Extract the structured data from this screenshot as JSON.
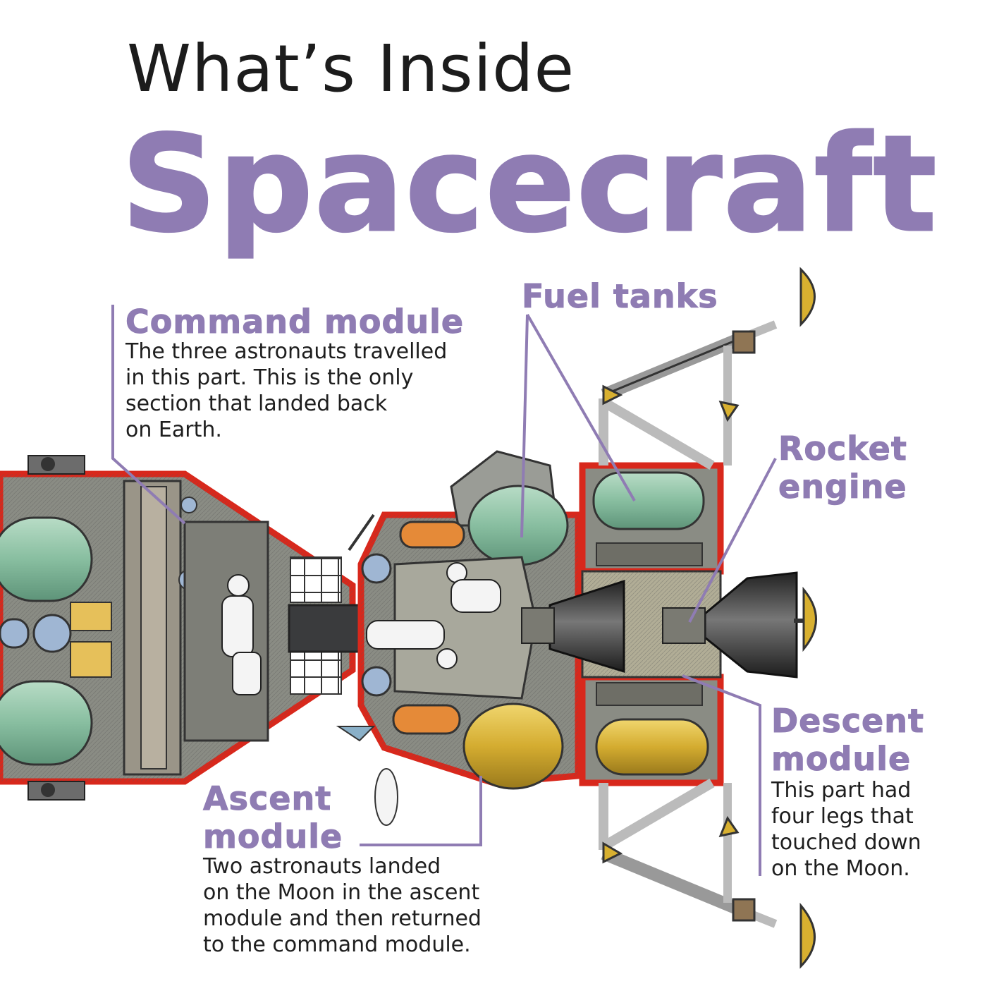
{
  "title": {
    "line1": "What’s Inside",
    "line2": "Spacecraft"
  },
  "callouts": {
    "command_module": {
      "label": "Command module",
      "text": "The three astronauts travelled\nin this part. This is the only\nsection that landed back\non Earth."
    },
    "fuel_tanks": {
      "label": "Fuel tanks"
    },
    "rocket_engine": {
      "label_line1": "Rocket",
      "label_line2": "engine"
    },
    "descent_module": {
      "label_line1": "Descent",
      "label_line2": "module",
      "text": "This part had\nfour legs that\ntouched down\non the Moon."
    },
    "ascent_module": {
      "label_line1": "Ascent",
      "label_line2": "module",
      "text": "Two astronauts landed\non the Moon in the ascent\nmodule and then returned\nto the command module."
    }
  },
  "colors": {
    "accent_purple": "#8f7cb3",
    "hull_red": "#d8281c",
    "interior_grey": "#8a8c84",
    "tank_green": "#8fc3a6",
    "tank_yellow": "#d8b33a",
    "leg_yellow": "#d8b030",
    "dark_hull": "#3a3b3d"
  }
}
